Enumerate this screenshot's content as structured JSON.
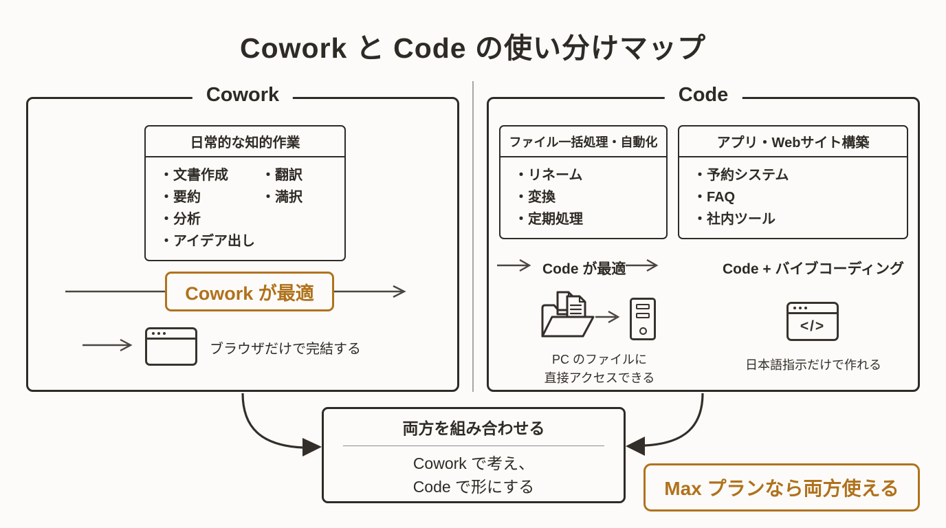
{
  "title": "Cowork と Code の使い分けマップ",
  "colors": {
    "ink": "#2e2a25",
    "accent": "#b0721c",
    "divider": "#a6a6a3"
  },
  "cowork_panel": {
    "label": "Cowork",
    "task_box": {
      "header": "日常的な知的作業",
      "col1": [
        "・文書作成",
        "・要約",
        "・分析",
        "・アイデア出し"
      ],
      "col2": [
        "・翻訳",
        "・満択"
      ]
    },
    "badge": "Cowork が最適",
    "browser_caption": "ブラウザだけで完結する"
  },
  "code_panel": {
    "label": "Code",
    "file_box": {
      "header": "ファイル一括処理・自動化",
      "items": [
        "・リネーム",
        "・変換",
        "・定期処理"
      ]
    },
    "app_box": {
      "header": "アプリ・Webサイト構築",
      "items": [
        "・予約システム",
        "・FAQ",
        "・社内ツール"
      ]
    },
    "badge": "Code が最適",
    "vibe_label": "Code + バイブコーディング",
    "code_glyph": "</>",
    "pc_caption_line1": "PC のファイルに",
    "pc_caption_line2": "直接アクセスできる",
    "jp_caption": "日本語指示だけで作れる"
  },
  "combine_box": {
    "title": "両方を組み合わせる",
    "line1": "Cowork で考え、",
    "line2": "Code で形にする"
  },
  "max_badge": "Max プランなら両方使える"
}
